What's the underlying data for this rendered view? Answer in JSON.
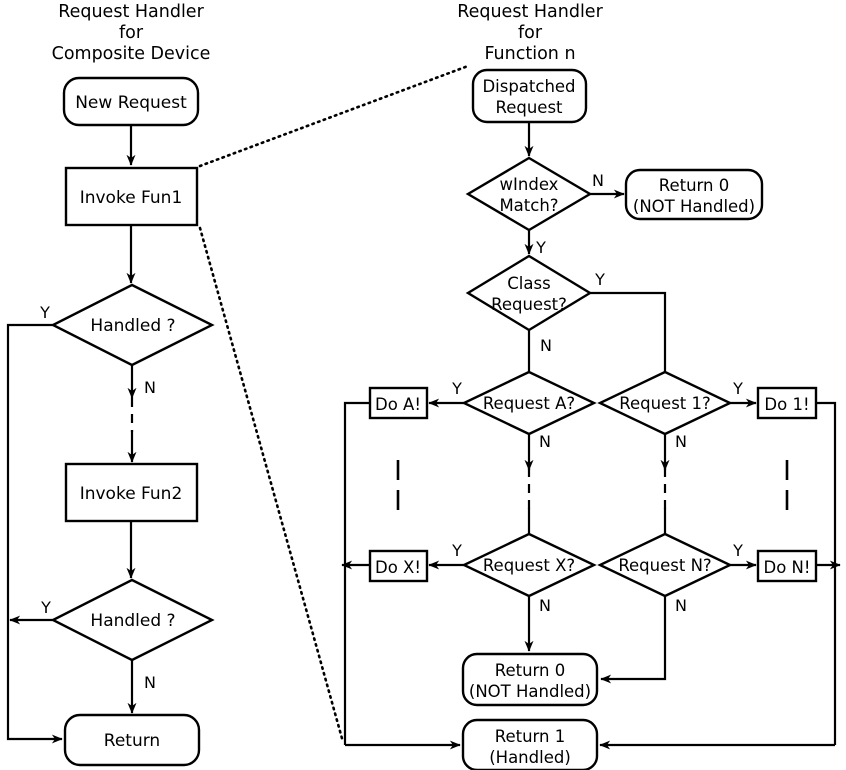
{
  "diagram": {
    "title_left_lines": [
      "Request Handler",
      "for",
      "Composite Device"
    ],
    "title_right_lines": [
      "Request Handler",
      "for",
      "Function n"
    ],
    "left_panel": {
      "new_request": "New Request",
      "invoke_fun1": "Invoke Fun1",
      "handled_1": "Handled ?",
      "invoke_fun2": "Invoke Fun2",
      "handled_2": "Handled ?",
      "return": "Return",
      "labels": {
        "handled1_yes": "Y",
        "handled1_no": "N",
        "handled2_yes": "Y",
        "handled2_no": "N"
      }
    },
    "right_panel": {
      "dispatched_request_line1": "Dispatched",
      "dispatched_request_line2": "Request",
      "windex_match_line1": "wIndex",
      "windex_match_line2": "Match?",
      "return0_top_line1": "Return 0",
      "return0_top_line2": "(NOT Handled)",
      "class_request_line1": "Class",
      "class_request_line2": "Request?",
      "request_a": "Request A?",
      "request_1": "Request 1?",
      "request_x": "Request X?",
      "request_n": "Request N?",
      "do_a": "Do A!",
      "do_1": "Do 1!",
      "do_x": "Do X!",
      "do_n": "Do N!",
      "return0_line1": "Return 0",
      "return0_line2": "(NOT Handled)",
      "return1_line1": "Return 1",
      "return1_line2": "(Handled)",
      "labels": {
        "windex_no": "N",
        "windex_yes": "Y",
        "class_yes": "Y",
        "class_no": "N",
        "req_a_yes": "Y",
        "req_a_no": "N",
        "req_1_yes": "Y",
        "req_1_no": "N",
        "req_x_yes": "Y",
        "req_x_no": "N",
        "req_n_yes": "Y",
        "req_n_no": "N"
      }
    },
    "colors": {
      "stroke": "#000000",
      "fill": "#ffffff",
      "background": "#ffffff"
    }
  }
}
